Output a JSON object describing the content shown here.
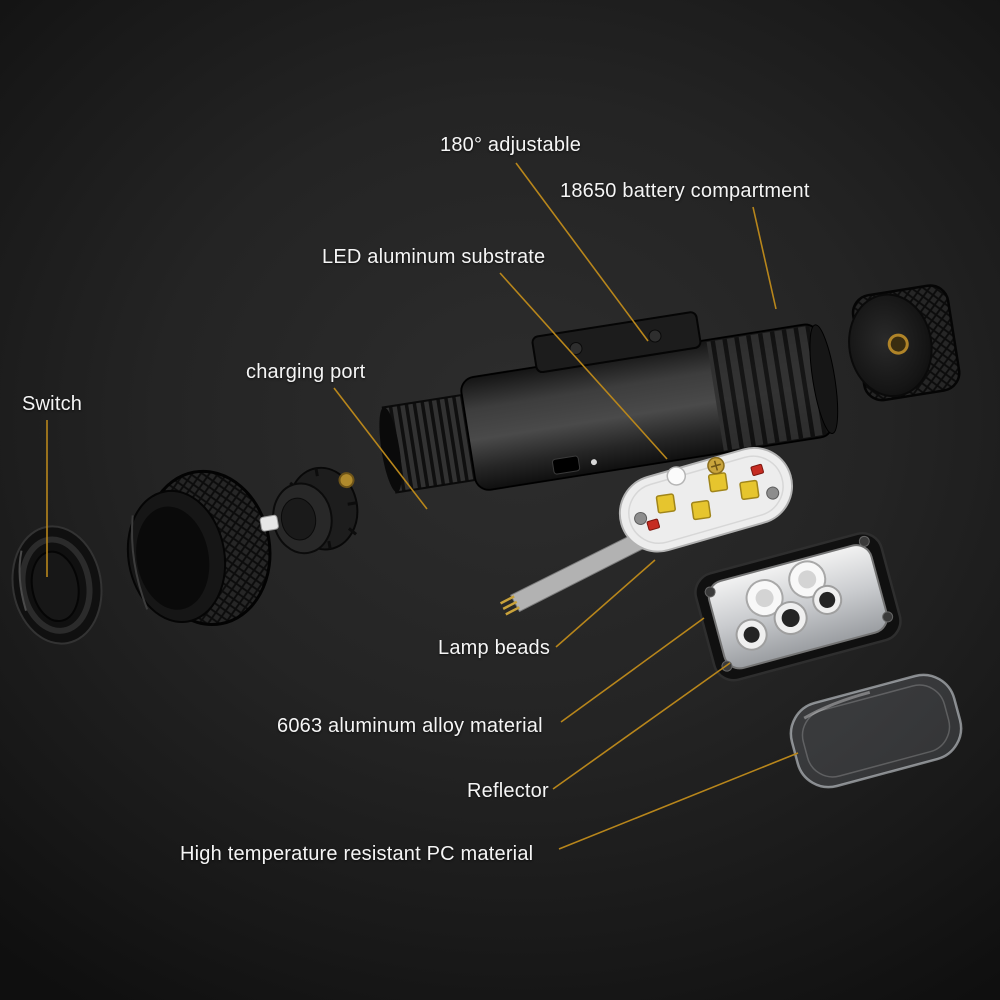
{
  "scene": {
    "background": "#1c1c1c",
    "accent_line_color": "#b8861b",
    "text_color": "#f5f5f5",
    "subject": "flashlight exploded view diagram"
  },
  "labels": {
    "adjustable": {
      "text": "180° adjustable"
    },
    "battery_compartment": {
      "text": "18650 battery compartment"
    },
    "led_substrate": {
      "text": "LED aluminum substrate"
    },
    "charging_port": {
      "text": "charging port"
    },
    "switch": {
      "text": "Switch"
    },
    "lamp_beads": {
      "text": "Lamp beads"
    },
    "alloy_material": {
      "text": "6063 aluminum alloy material"
    },
    "reflector": {
      "text": "Reflector"
    },
    "pc_material": {
      "text": "High temperature resistant PC material"
    }
  }
}
